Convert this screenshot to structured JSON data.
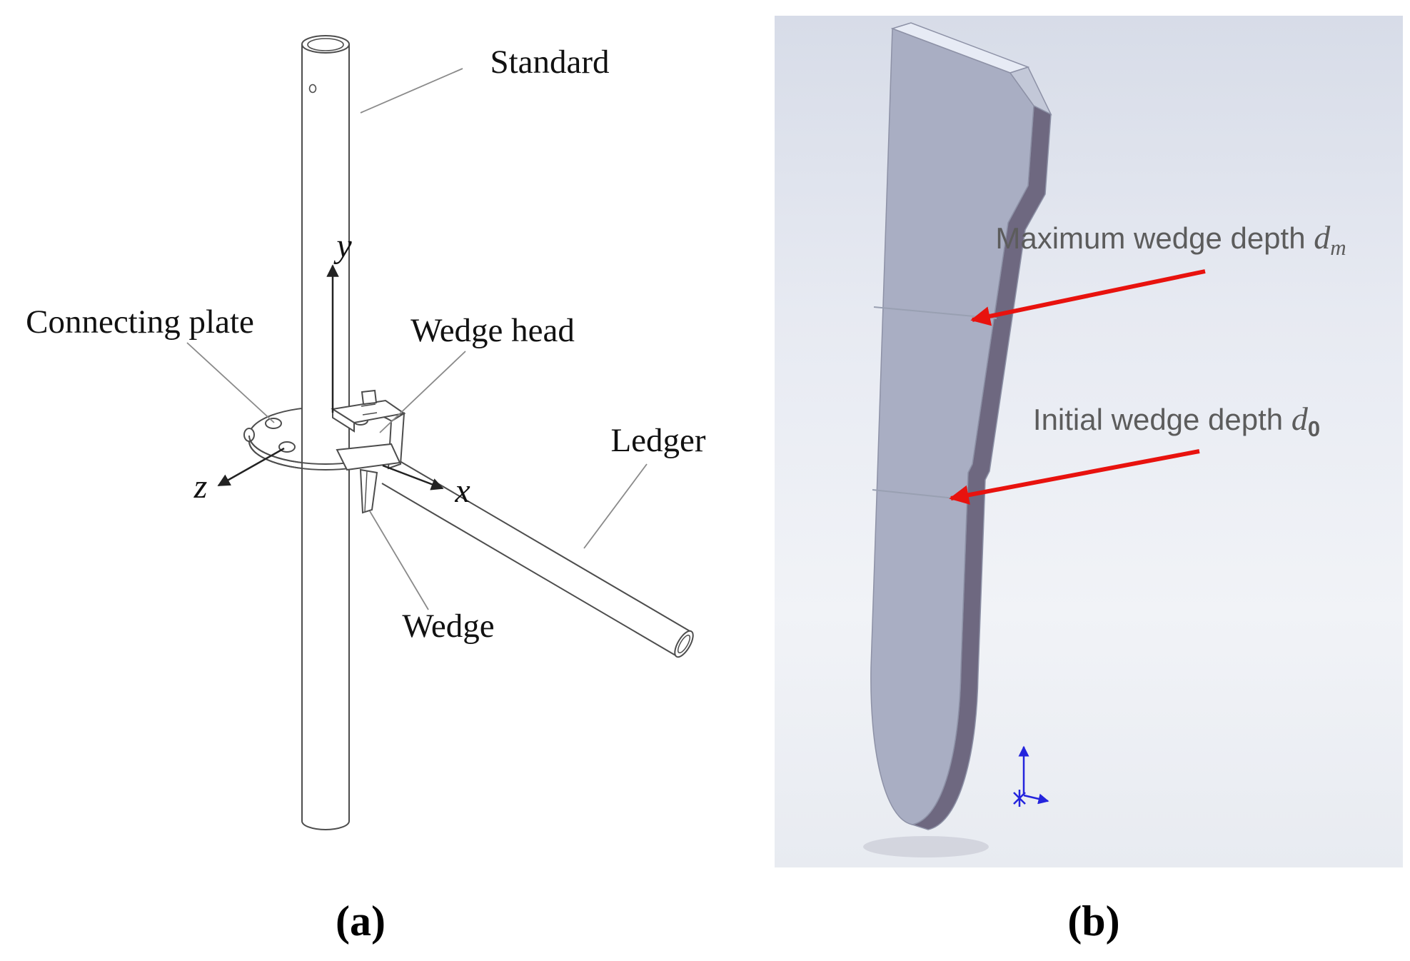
{
  "figure": {
    "panel_a": {
      "caption": "(a)",
      "labels": {
        "standard": "Standard",
        "connecting_plate": "Connecting plate",
        "wedge_head": "Wedge head",
        "ledger": "Ledger",
        "wedge": "Wedge"
      },
      "axes": {
        "x": "x",
        "y": "y",
        "z": "z"
      }
    },
    "panel_b": {
      "caption": "(b)",
      "max_depth": {
        "prefix": "Maximum wedge depth ",
        "var": "d",
        "sub": "m"
      },
      "init_depth": {
        "prefix": "Initial wedge depth ",
        "var": "d",
        "sub": "0"
      },
      "colors": {
        "arrow_red": "#e8120e",
        "label_gray": "#5c5c5c",
        "wedge_front": "#a9aec3",
        "wedge_side": "#6e6880",
        "wedge_top": "#e7ebf5",
        "wedge_chamfer": "#c3c8d8",
        "origin_blue": "#2424dd"
      }
    }
  }
}
